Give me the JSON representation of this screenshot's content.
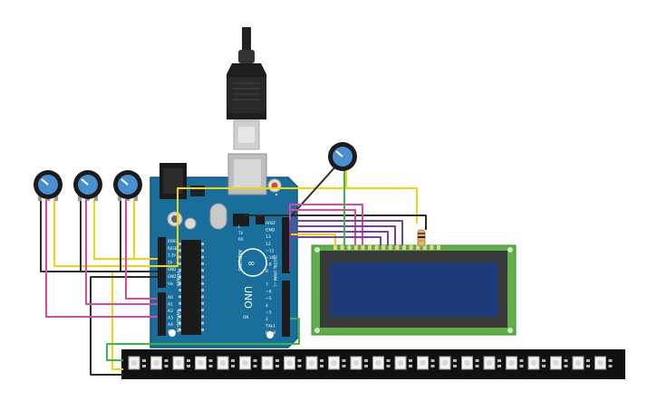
{
  "arduino": {
    "brand": "ARDUINO",
    "model": "UNO",
    "power_header": [
      "IOREF",
      "RESET",
      "3.3V",
      "5V",
      "GND",
      "GND",
      "Vin"
    ],
    "power_label": "POWER",
    "analog_header": [
      "A0",
      "A1",
      "A2",
      "A3",
      "A4",
      "A5"
    ],
    "analog_label": "ANALOG IN",
    "digital_top": [
      "AREF",
      "GND",
      "13",
      "12",
      "~11",
      "~10",
      "~9",
      "8"
    ],
    "digital_bottom": [
      "7",
      "~6",
      "~5",
      "4",
      "~3",
      "2",
      "TX▸1",
      "RX◂0"
    ],
    "digital_label": "DIGITAL (PWM ~)",
    "led_labels": [
      "L",
      "TX",
      "RX"
    ],
    "on_label": "ON"
  },
  "colors": {
    "board": "#1a6e9c",
    "wire_yellow": "#f2d40c",
    "wire_black": "#2b2b2b",
    "wire_magenta": "#d64aa0",
    "wire_purple": "#7b3fa0",
    "wire_green": "#3fb44a",
    "lcd_pcb": "#5fae4a",
    "lcd_screen": "#1f3a78",
    "strip": "#111111"
  },
  "potentiometers": [
    "pot-1",
    "pot-2",
    "pot-3",
    "pot-4"
  ],
  "neopixel_count": 22
}
